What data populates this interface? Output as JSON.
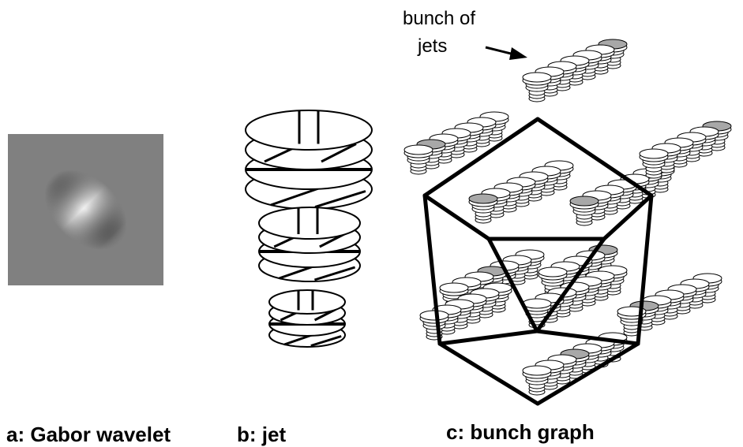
{
  "panels": {
    "a": {
      "caption": "a: Gabor wavelet"
    },
    "b": {
      "caption": "b: jet"
    },
    "c": {
      "caption": "c: bunch graph",
      "annotation_line1": "bunch of",
      "annotation_line2": "jets"
    }
  },
  "colors": {
    "wavelet_background": "#808080",
    "edge": "#000000",
    "disk_fill": "#ffffff",
    "disk_highlight": "#a8a8a8"
  }
}
